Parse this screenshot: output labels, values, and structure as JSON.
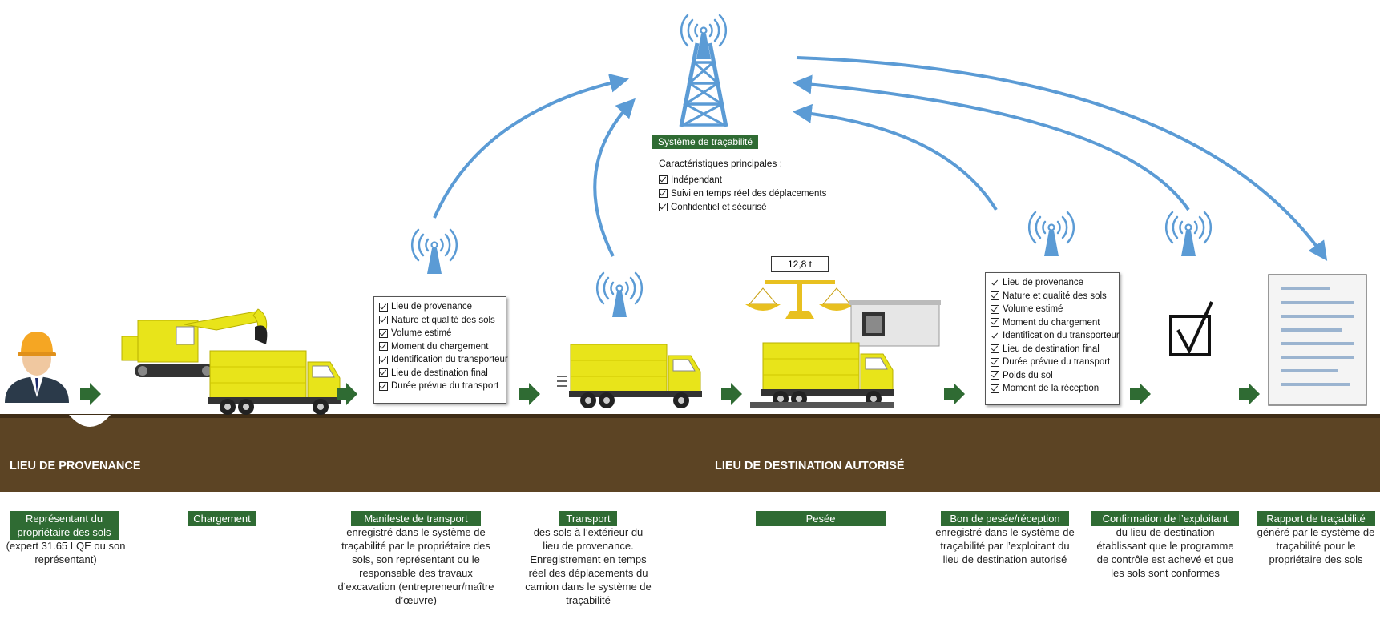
{
  "system": {
    "label": "Système de traçabilité",
    "title": "Caractéristiques principales :",
    "features": [
      "Indépendant",
      "Suivi en temps réel des déplacements",
      "Confidentiel et sécurisé"
    ]
  },
  "manifest": {
    "items": [
      "Lieu de provenance",
      "Nature et qualité des sols",
      "Volume estimé",
      "Moment du chargement",
      "Identification du transporteur",
      "Lieu de destination final",
      "Durée prévue du transport"
    ]
  },
  "receipt": {
    "items": [
      "Lieu de provenance",
      "Nature et qualité des sols",
      "Volume estimé",
      "Moment du chargement",
      "Identification du transporteur",
      "Lieu de destination final",
      "Durée prévue du transport",
      "Poids du sol",
      "Moment de la réception"
    ]
  },
  "weight": "12,8 t",
  "band": {
    "left_label": "LIEU DE PROVENANCE",
    "right_label": "LIEU DE DESTINATION AUTORISÉ"
  },
  "steps": [
    {
      "label": "Représentant du propriétaire des sols",
      "desc": "(expert 31.65 LQE ou son représentant)"
    },
    {
      "label": "Chargement",
      "desc": ""
    },
    {
      "label": "Manifeste de transport",
      "desc": "enregistré dans le système de traçabilité par le propriétaire des sols, son représentant ou le responsable des travaux d’excavation (entrepreneur/maître d’œuvre)"
    },
    {
      "label": "Transport",
      "desc": "des sols à l’extérieur du lieu de provenance. Enregistrement en temps réel des déplacements du camion dans le système de traçabilité"
    },
    {
      "label": "Pesée",
      "desc": ""
    },
    {
      "label": "Bon de pesée/réception",
      "desc": "enregistré dans le système de traçabilité par l’exploitant du lieu de destination autorisé"
    },
    {
      "label": "Confirmation de l’exploitant",
      "desc": "du lieu de destination établissant que le programme de contrôle est achevé et que les sols sont conformes"
    },
    {
      "label": "Rapport de traçabilité",
      "desc": "généré par le système de traçabilité pour le propriétaire des sols"
    }
  ],
  "colors": {
    "green": "#2f6b33",
    "ground": "#5c4424",
    "blue": "#5b9bd5",
    "truck": "#e8e41a"
  }
}
